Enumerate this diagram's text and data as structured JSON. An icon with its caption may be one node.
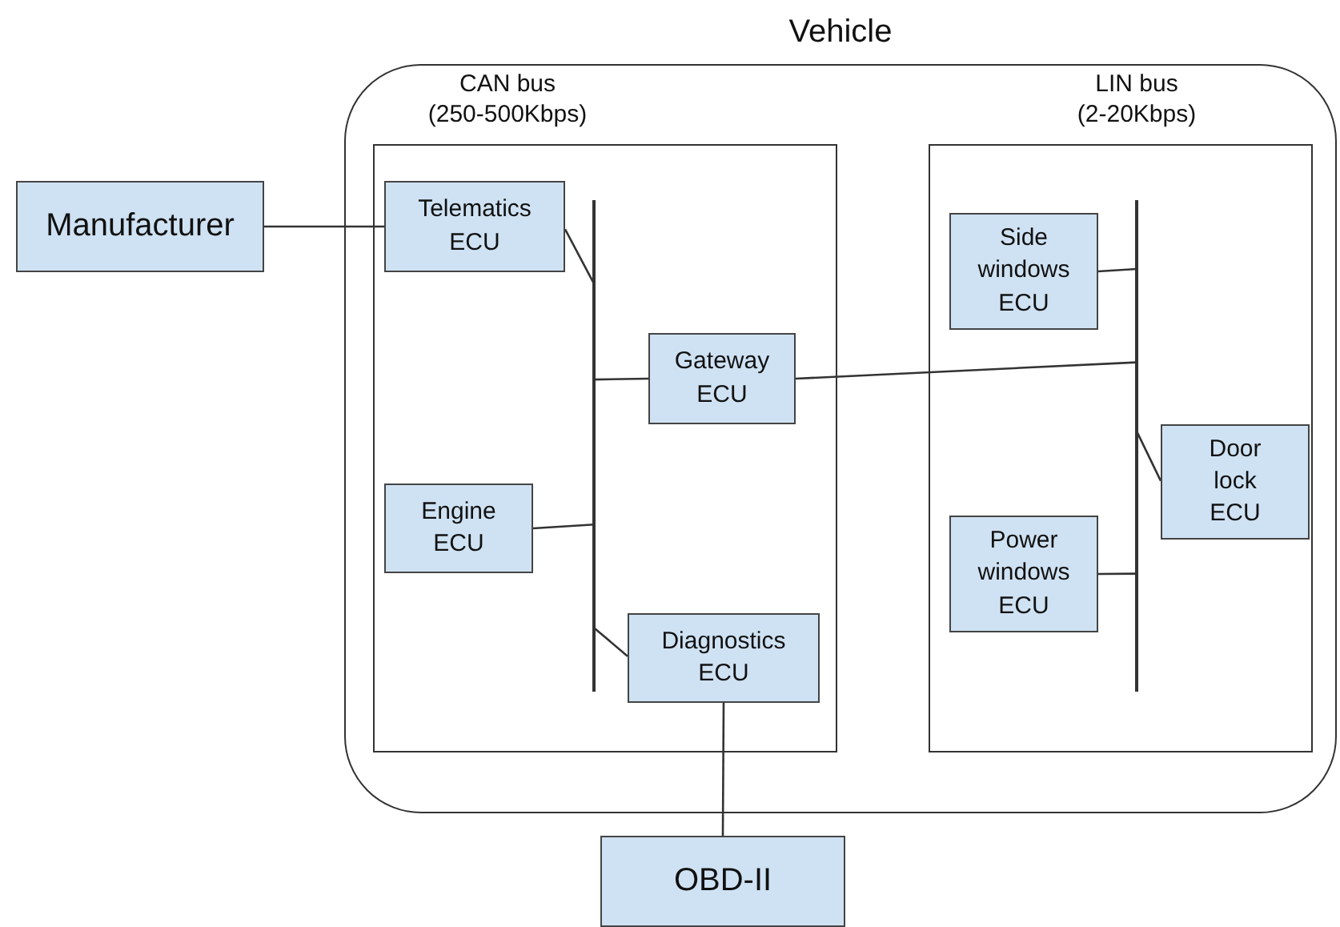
{
  "diagram": {
    "nodes": [
      {
        "text": [
          "Vehicle"
        ]
      },
      {
        "text": [
          "CAN bus (250-500Kbps)"
        ],
        "in": 0
      },
      {
        "text": [
          "Telematics ECU"
        ],
        "in": 1
      },
      {
        "text": [
          "Gateway ECU"
        ],
        "in": 1
      },
      {
        "text": [
          "Engine ECU"
        ],
        "in": 1
      },
      {
        "text": [
          "Diagnostics ECU"
        ],
        "in": 1
      },
      {
        "text": [],
        "shape": "bar",
        "in": 1
      },
      {
        "text": [
          "LIN bus (2-20Kbps)"
        ],
        "in": 0
      },
      {
        "text": [
          "Side windows ECU"
        ],
        "in": 7
      },
      {
        "text": [
          "Door lock ECU"
        ],
        "in": 7
      },
      {
        "text": [
          "Power windows ECU"
        ],
        "in": 7
      },
      {
        "text": [],
        "shape": "bar",
        "in": 7
      },
      {
        "text": [
          "Manufacturer"
        ]
      },
      {
        "text": [
          "OBD-II"
        ]
      }
    ],
    "edges": [
      {
        "from": 12,
        "to": 2,
        "arrow": "none"
      },
      {
        "from": 2,
        "to": 6,
        "arrow": "none"
      },
      {
        "from": 6,
        "to": 3,
        "arrow": "none"
      },
      {
        "from": 4,
        "to": 6,
        "arrow": "none"
      },
      {
        "from": 6,
        "to": 5,
        "arrow": "none"
      },
      {
        "from": 3,
        "to": 11,
        "arrow": "none"
      },
      {
        "from": 8,
        "to": 11,
        "arrow": "none"
      },
      {
        "from": 11,
        "to": 9,
        "arrow": "none"
      },
      {
        "from": 10,
        "to": 11,
        "arrow": "none"
      },
      {
        "from": 5,
        "to": 13,
        "arrow": "none"
      }
    ]
  }
}
